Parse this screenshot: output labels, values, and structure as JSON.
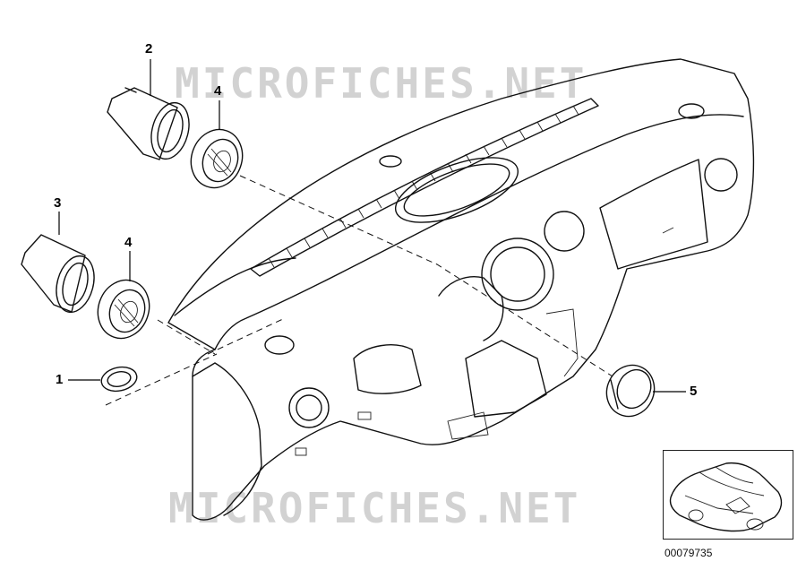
{
  "diagram": {
    "watermark_top": "MICROFICHES.NET",
    "watermark_bottom": "MICROFICHES.NET",
    "document_number": "00079735",
    "callouts": {
      "c1": "1",
      "c2": "2",
      "c3": "3",
      "c4a": "4",
      "c4b": "4",
      "c5": "5"
    }
  }
}
